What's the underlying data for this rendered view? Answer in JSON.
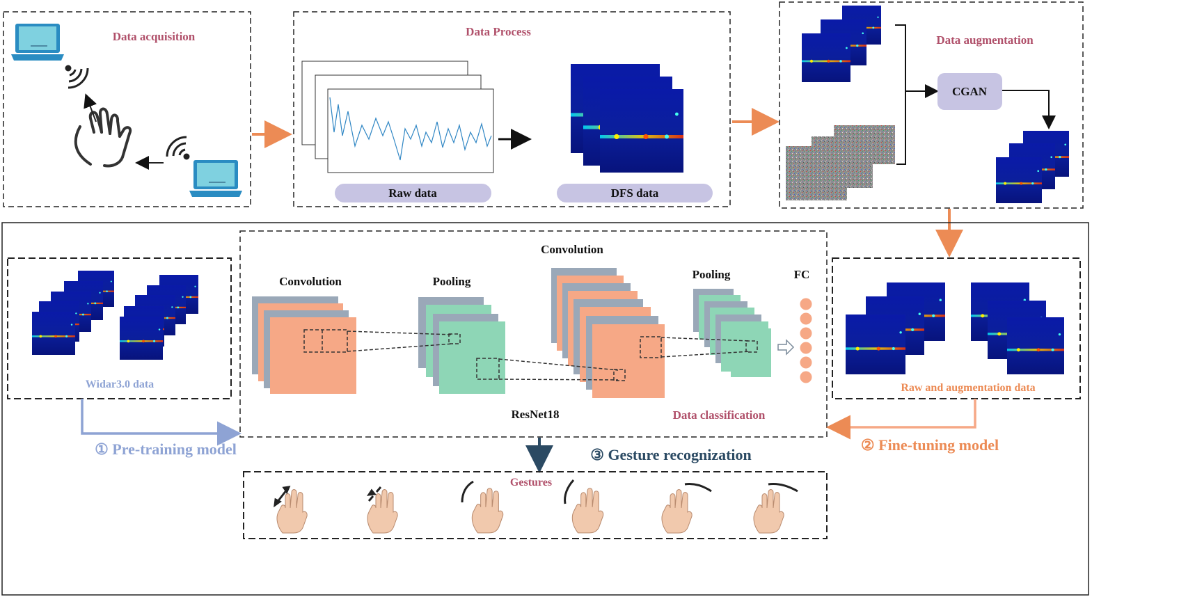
{
  "top": {
    "acquisition_title": "Data acquisition",
    "process_title": "Data Process",
    "raw_label": "Raw data",
    "dfs_label": "DFS data",
    "augmentation_title": "Data augmentation",
    "cgan_label": "CGAN"
  },
  "network": {
    "conv1": "Convolution",
    "pool1": "Pooling",
    "conv2": "Convolution",
    "pool2": "Pooling",
    "fc": "FC",
    "resnet": "ResNet18",
    "classification": "Data classification"
  },
  "panels": {
    "widar_label": "Widar3.0 data",
    "raw_aug_label": "Raw and augmentation data"
  },
  "steps": {
    "pretrain": "① Pre-training model",
    "finetune": "② Fine-tuning model",
    "recognize": "③ Gesture recognization"
  },
  "gestures_title": "Gestures",
  "colors": {
    "maroon": "#b0506a",
    "orange": "#ec8b55",
    "pale_blue": "#8ea3d4",
    "navy": "#2b4a63",
    "lavender": "#c7c4e3",
    "salmon": "#f6a886",
    "mint": "#8ed6b6",
    "gray_blue": "#9aa8b8",
    "spectrogram": "#0b1a9e"
  },
  "icons": [
    "laptop-icon",
    "wifi-icon",
    "hand-icon",
    "gesture-hand-icon",
    "arrow-icon"
  ]
}
